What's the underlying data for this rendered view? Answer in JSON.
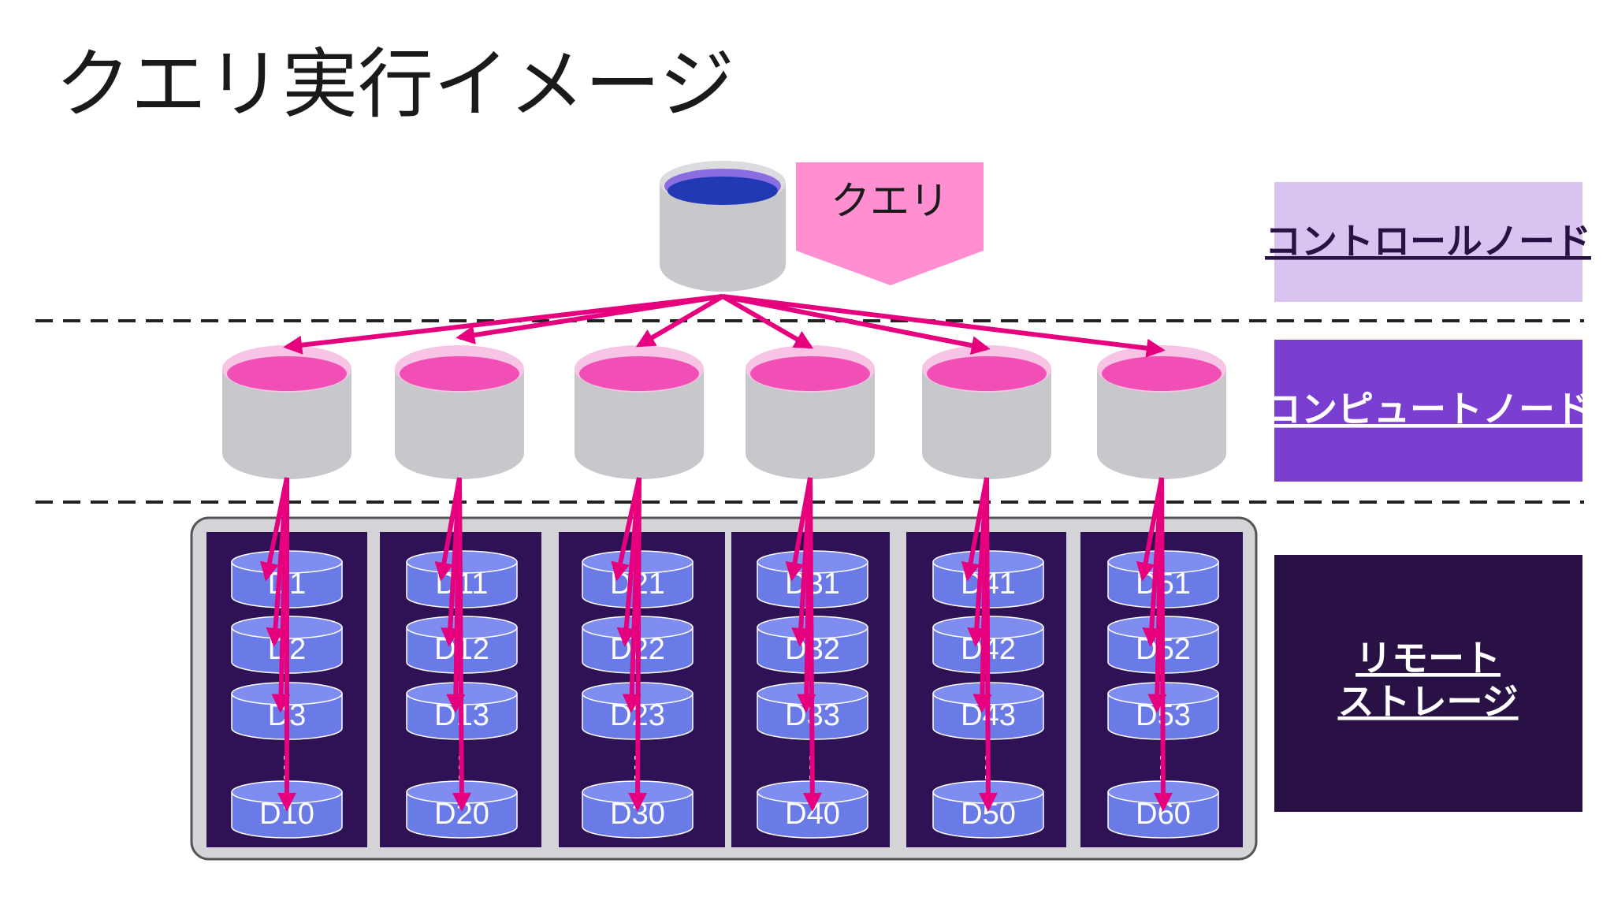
{
  "title": "クエリ実行イメージ",
  "query_label": "クエリ",
  "legend": {
    "control_node": "コントロールノード",
    "compute_node": "コンピュートノード",
    "remote_storage_line1": "リモート",
    "remote_storage_line2": "ストレージ"
  },
  "colors": {
    "arrow": "#e6007e",
    "control_legend_bg": "#d9c3f0",
    "compute_legend_bg": "#7a3fd0",
    "storage_legend_bg": "#2a1145",
    "storage_column_bg": "#2e1255",
    "disk_fill": "#6a7ae6",
    "query_box": "#ff8fd0"
  },
  "ellipsis": "⋮",
  "storage_columns": [
    {
      "disks": [
        "D1",
        "D2",
        "D3",
        "D10"
      ]
    },
    {
      "disks": [
        "D11",
        "D12",
        "D13",
        "D20"
      ]
    },
    {
      "disks": [
        "D21",
        "D22",
        "D23",
        "D30"
      ]
    },
    {
      "disks": [
        "D31",
        "D32",
        "D33",
        "D40"
      ]
    },
    {
      "disks": [
        "D41",
        "D42",
        "D43",
        "D50"
      ]
    },
    {
      "disks": [
        "D51",
        "D52",
        "D53",
        "D60"
      ]
    }
  ]
}
